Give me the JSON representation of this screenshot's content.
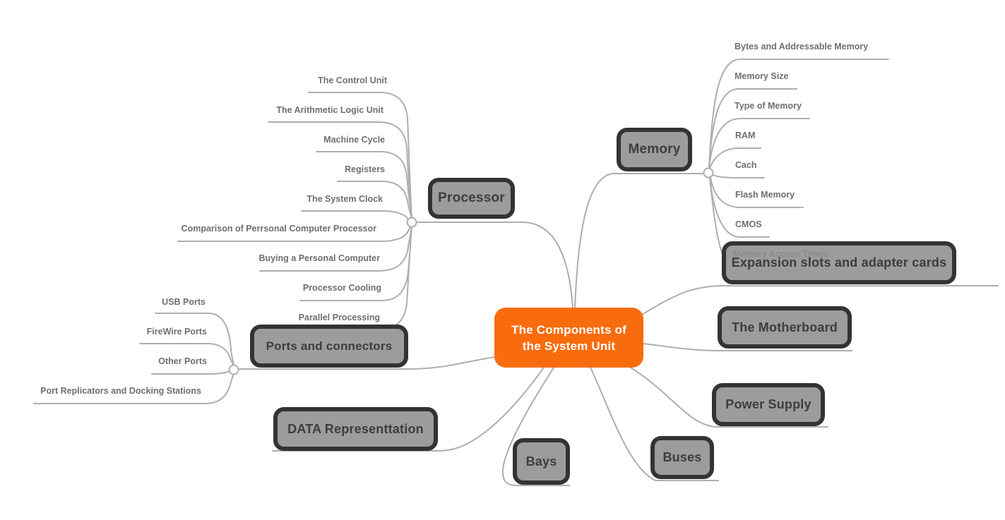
{
  "central_topic": {
    "line1": "The Components of",
    "line2": "the System Unit"
  },
  "colors": {
    "central_fill": "#f96c0d",
    "central_text": "#ffffff",
    "node_fill": "#9c9c9c",
    "node_border": "#333333",
    "node_text": "#3d3d3d",
    "branch_line": "#aeaeae",
    "subtopic_text": "#6f6f6f",
    "background": "#ffffff"
  },
  "branches": {
    "processor": {
      "label": "Processor",
      "children": [
        "The Control Unit",
        "The Arithmetic Logic Unit",
        "Machine Cycle",
        "Registers",
        "The System Clock",
        "Comparison of Perrsonal Computer Processor",
        "Buying a Personal Computer",
        "Processor Cooling",
        "Parallel Processing"
      ]
    },
    "memory": {
      "label": "Memory",
      "children": [
        "Bytes and Addressable Memory",
        "Memory Size",
        "Type of Memory",
        "RAM",
        "Cach",
        "Flash Memory",
        "CMOS",
        "Memory Access Times"
      ]
    },
    "expansion_slots": {
      "label": "Expansion slots and adapter cards"
    },
    "motherboard": {
      "label": "The Motherboard"
    },
    "power_supply": {
      "label": "Power Supply"
    },
    "buses": {
      "label": "Buses"
    },
    "bays": {
      "label": "Bays"
    },
    "data_representation": {
      "label": "DATA Representtation"
    },
    "ports": {
      "label": "Ports and connectors",
      "children": [
        "USB Ports",
        "FireWire Ports",
        "Other Ports",
        "Port Replicators and Docking Stations"
      ]
    }
  }
}
